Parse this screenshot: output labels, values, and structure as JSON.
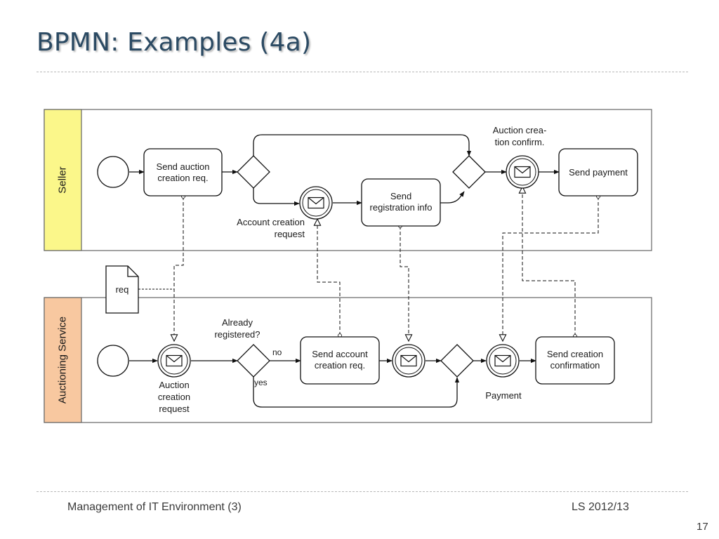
{
  "slide": {
    "title": "BPMN: Examples (4a)",
    "footer_left": "Management of IT Environment (3)",
    "footer_right": "LS 2012/13",
    "page_number": "17"
  },
  "colors": {
    "title": "#2b4a63",
    "seller_lane": "#fbf78a",
    "auction_lane": "#f8c8a0"
  },
  "diagram": {
    "lanes": {
      "seller": "Seller",
      "auctioning": "Auctioning Service"
    },
    "seller": {
      "task_send_auction_line1": "Send auction",
      "task_send_auction_line2": "creation req.",
      "task_send_reg_line1": "Send",
      "task_send_reg_line2": "registration info",
      "task_send_payment": "Send payment",
      "label_account_line1": "Account creation",
      "label_account_line2": "request",
      "label_auction_confirm_line1": "Auction crea-",
      "label_auction_confirm_line2": "tion confirm."
    },
    "data_object": "req",
    "auction": {
      "label_already_line1": "Already",
      "label_already_line2": "registered?",
      "label_no": "no",
      "label_yes": "yes",
      "task_send_account_line1": "Send account",
      "task_send_account_line2": "creation req.",
      "task_send_creation_line1": "Send creation",
      "task_send_creation_line2": "confirmation",
      "label_auction_req_line1": "Auction",
      "label_auction_req_line2": "creation",
      "label_auction_req_line3": "request",
      "label_payment": "Payment"
    }
  }
}
